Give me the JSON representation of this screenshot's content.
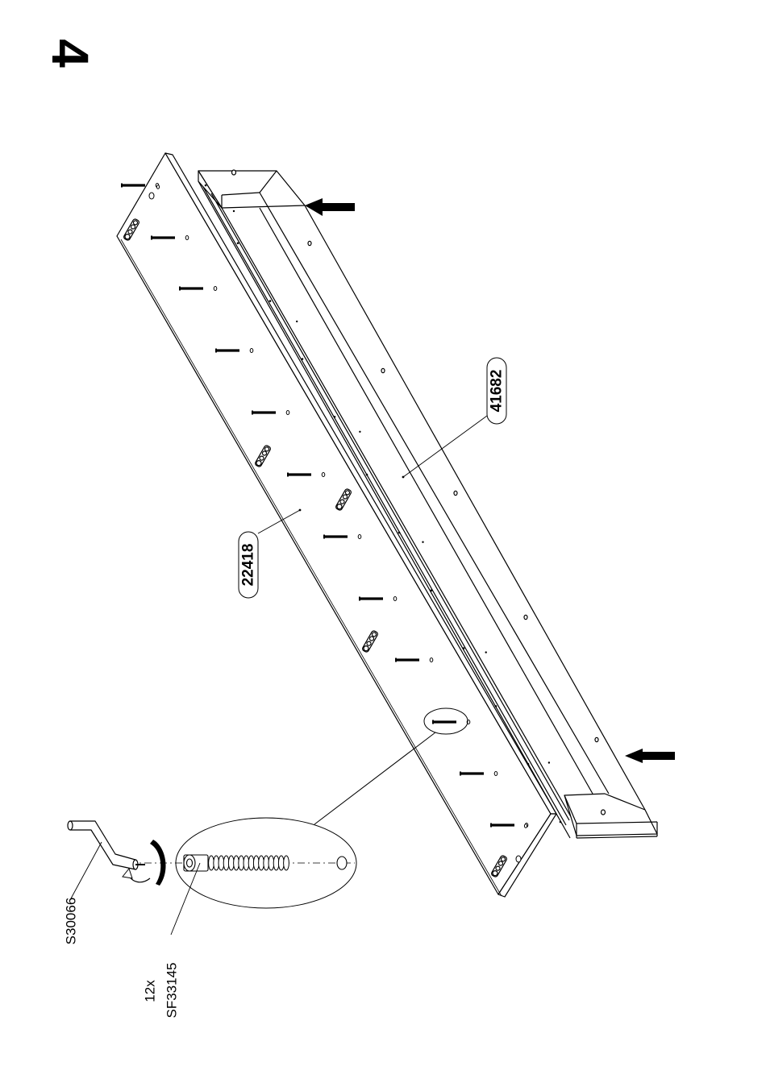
{
  "step": {
    "number": "4"
  },
  "parts": {
    "side_panel": "22418",
    "frame_rail": "41682",
    "crank_tool": "S30066",
    "screw_quantity": "12x",
    "screw": "SF33145"
  },
  "icons": [
    "rotate-arrow-icon",
    "push-arrow-icon",
    "crank-wrench-icon",
    "screw-icon"
  ],
  "colors": {
    "ink": "#000000",
    "paper": "#ffffff"
  }
}
